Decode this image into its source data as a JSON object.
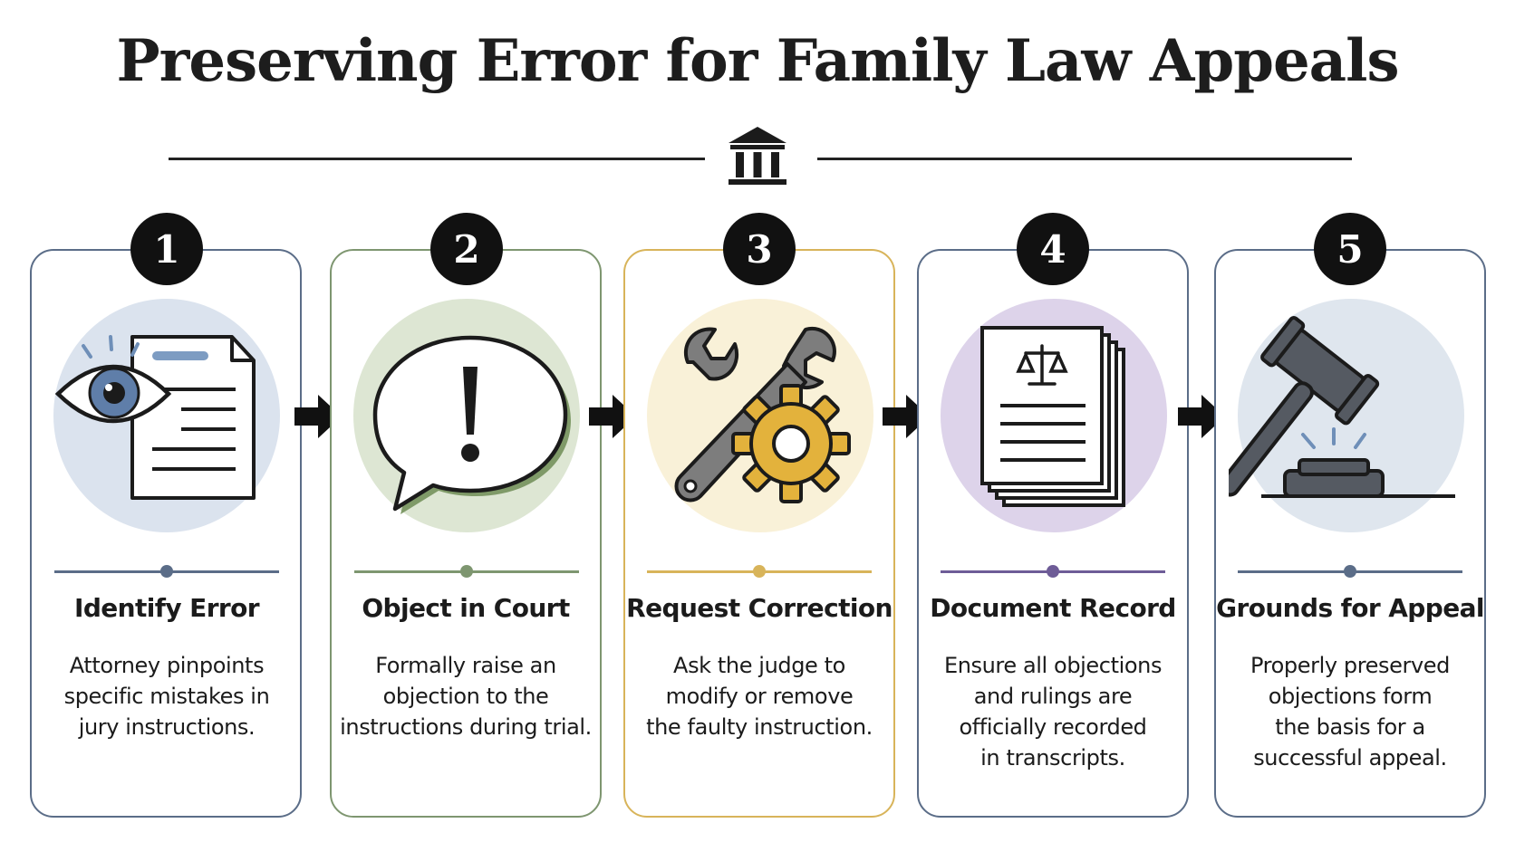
{
  "title": "Preserving Error for Family Law Appeals",
  "icons": [
    "courthouse-icon",
    "eye-document-icon",
    "speech-exclamation-icon",
    "wrench-gear-icon",
    "legal-document-icon",
    "gavel-icon",
    "right-arrow-icon"
  ],
  "colors": {
    "step1": "#5b6d88",
    "step2": "#7e9670",
    "step3": "#d8b45a",
    "step4": "#6e5c97",
    "step5": "#5b6d88"
  },
  "steps": [
    {
      "number": "1",
      "title": "Identify Error",
      "desc": [
        "Attorney pinpoints",
        "specific mistakes in",
        "jury instructions."
      ]
    },
    {
      "number": "2",
      "title": "Object in Court",
      "desc": [
        "Formally raise an",
        "objection to the",
        "instructions during trial."
      ]
    },
    {
      "number": "3",
      "title": "Request Correction",
      "desc": [
        "Ask the judge to",
        "modify or remove",
        "the faulty instruction."
      ]
    },
    {
      "number": "4",
      "title": "Document Record",
      "desc": [
        "Ensure all objections",
        "and rulings are",
        "officially recorded",
        "in transcripts."
      ]
    },
    {
      "number": "5",
      "title": "Grounds for Appeal",
      "desc": [
        "Properly preserved",
        "objections form",
        "the basis for a",
        "successful appeal."
      ]
    }
  ]
}
